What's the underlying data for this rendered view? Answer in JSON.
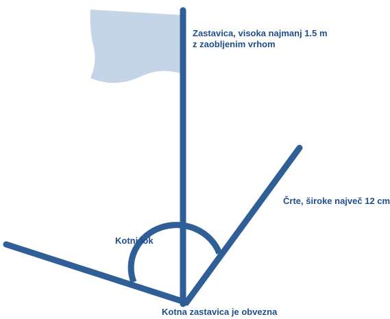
{
  "labels": {
    "flag_height_line1": "Zastavica, visoka najmanj 1.5 m",
    "flag_height_line2": "z zaobljenim vrhom",
    "line_width": "Črte, široke največ 12 cm",
    "corner_arc": "Kotni lok",
    "corner_flag_mandatory": "Kotna zastavica je obvezna"
  },
  "colors": {
    "line": "#2f5f96",
    "flag": "#c3d5e6",
    "text": "#1f4e8c"
  }
}
